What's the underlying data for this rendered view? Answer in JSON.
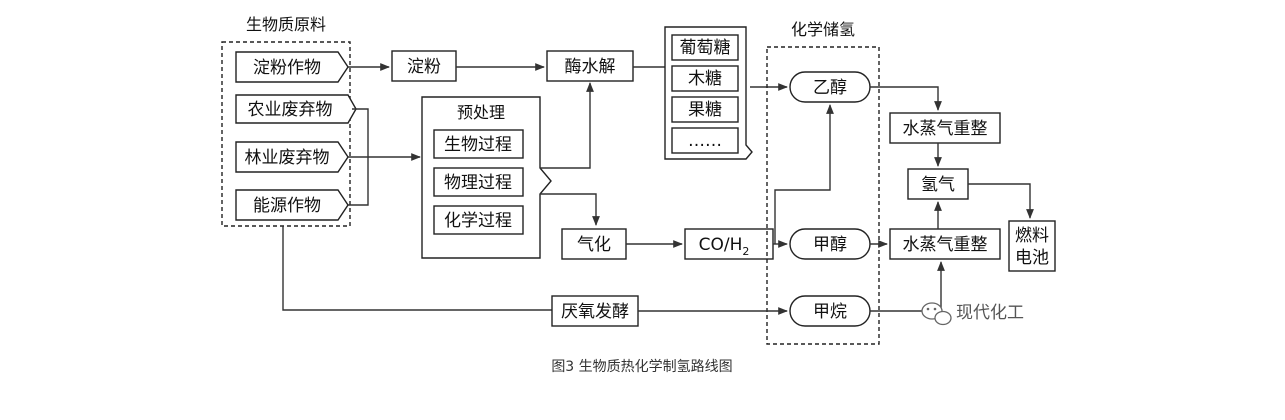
{
  "groups": {
    "biomass_raw": "生物质原料",
    "pretreatment": "预处理",
    "chemical_storage": "化学储氢"
  },
  "feedstocks": [
    "淀粉作物",
    "农业废弃物",
    "林业废弃物",
    "能源作物"
  ],
  "pretreatment_steps": [
    "生物过程",
    "物理过程",
    "化学过程"
  ],
  "sugars": [
    "葡萄糖",
    "木糖",
    "果糖",
    "……"
  ],
  "nodes": {
    "starch": "淀粉",
    "enzymatic_hydrolysis": "酶水解",
    "gasification": "气化",
    "syngas_main": "CO/H",
    "syngas_sub": "2",
    "ethanol": "乙醇",
    "methanol": "甲醇",
    "methane": "甲烷",
    "steam_reforming_1": "水蒸气重整",
    "steam_reforming_2": "水蒸气重整",
    "hydrogen": "氢气",
    "fuel_cell_line1": "燃料",
    "fuel_cell_line2": "电池",
    "anaerobic_digestion": "厌氧发酵"
  },
  "watermark": "现代化工",
  "caption": "图3  生物质热化学制氢路线图"
}
